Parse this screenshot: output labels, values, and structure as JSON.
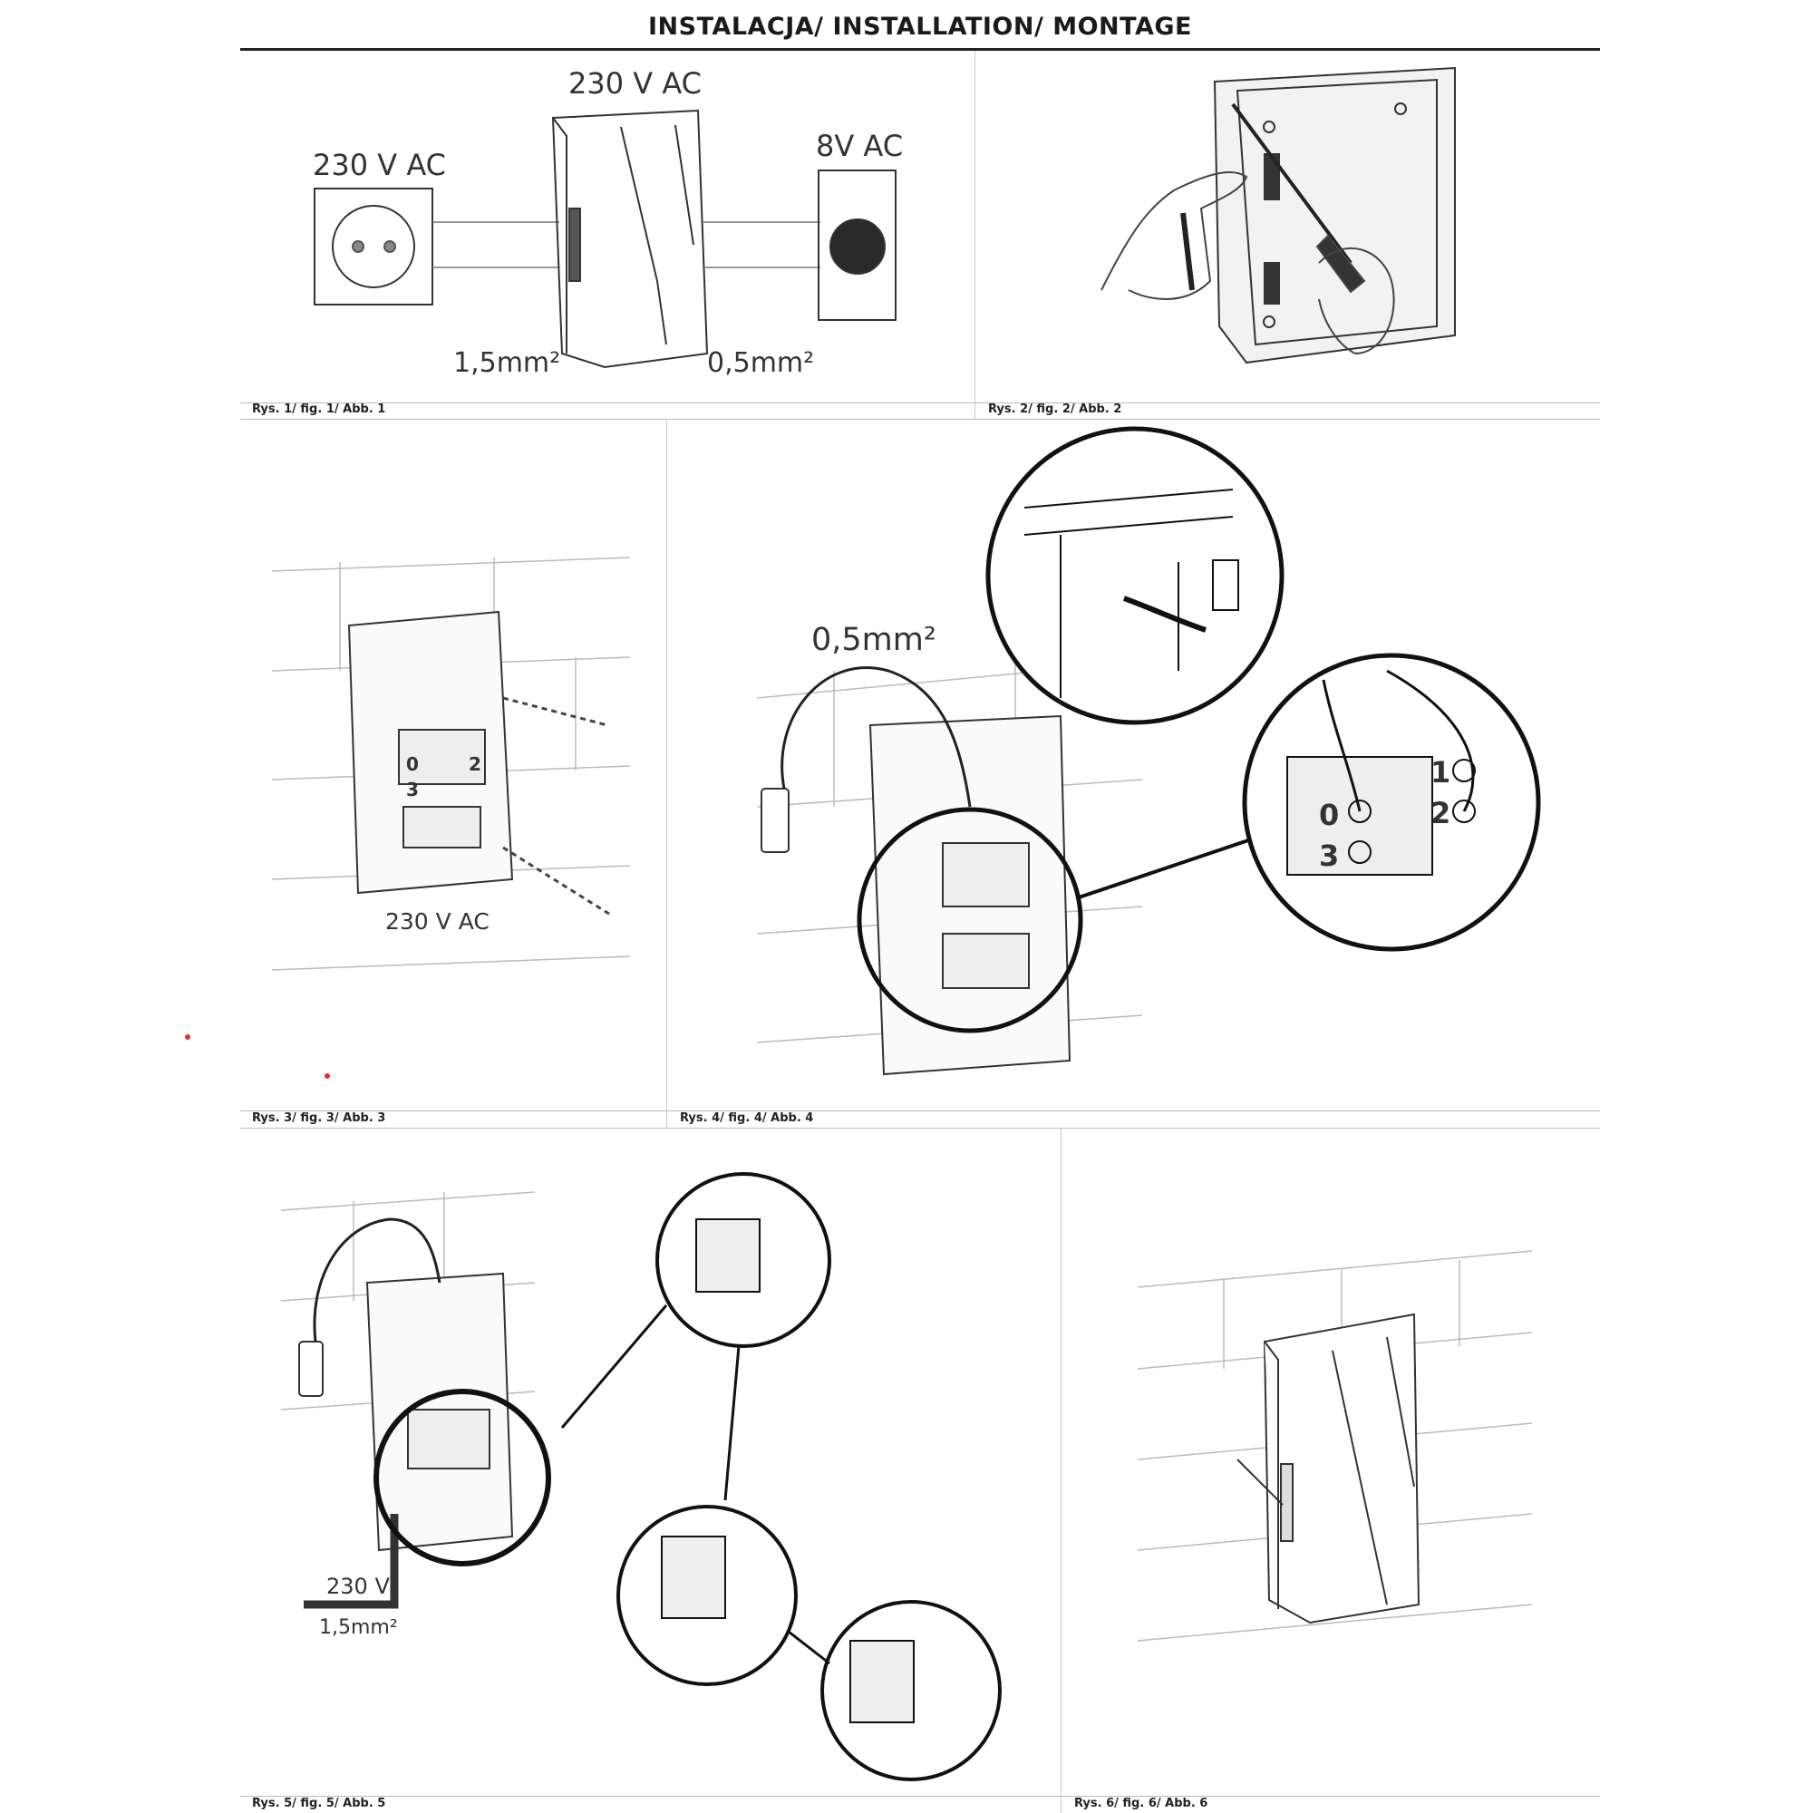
{
  "header": {
    "title": "INSTALACJA/ INSTALLATION/ MONTAGE"
  },
  "figures": {
    "fig1": {
      "caption": "Rys. 1/ fig. 1/ Abb. 1",
      "socket_label": "230 V AC",
      "chime_label": "230 V AC",
      "button_label": "8V AC",
      "cable_left": "1,5mm²",
      "cable_right": "0,5mm²"
    },
    "fig2": {
      "caption": "Rys. 2/ fig. 2/ Abb. 2"
    },
    "fig3": {
      "caption": "Rys. 3/ fig. 3/ Abb. 3",
      "voltage_label": "230 V AC"
    },
    "fig4": {
      "caption": "Rys. 4/ fig. 4/ Abb. 4",
      "cable_label": "0,5mm²",
      "terminals": [
        "0",
        "1",
        "2",
        "3"
      ]
    },
    "fig5": {
      "caption": "Rys. 5/ fig. 5/ Abb. 5",
      "voltage_label": "230 V",
      "cable_label": "1,5mm²"
    },
    "fig6": {
      "caption": "Rys. 6/ fig. 6/ Abb. 6"
    }
  }
}
